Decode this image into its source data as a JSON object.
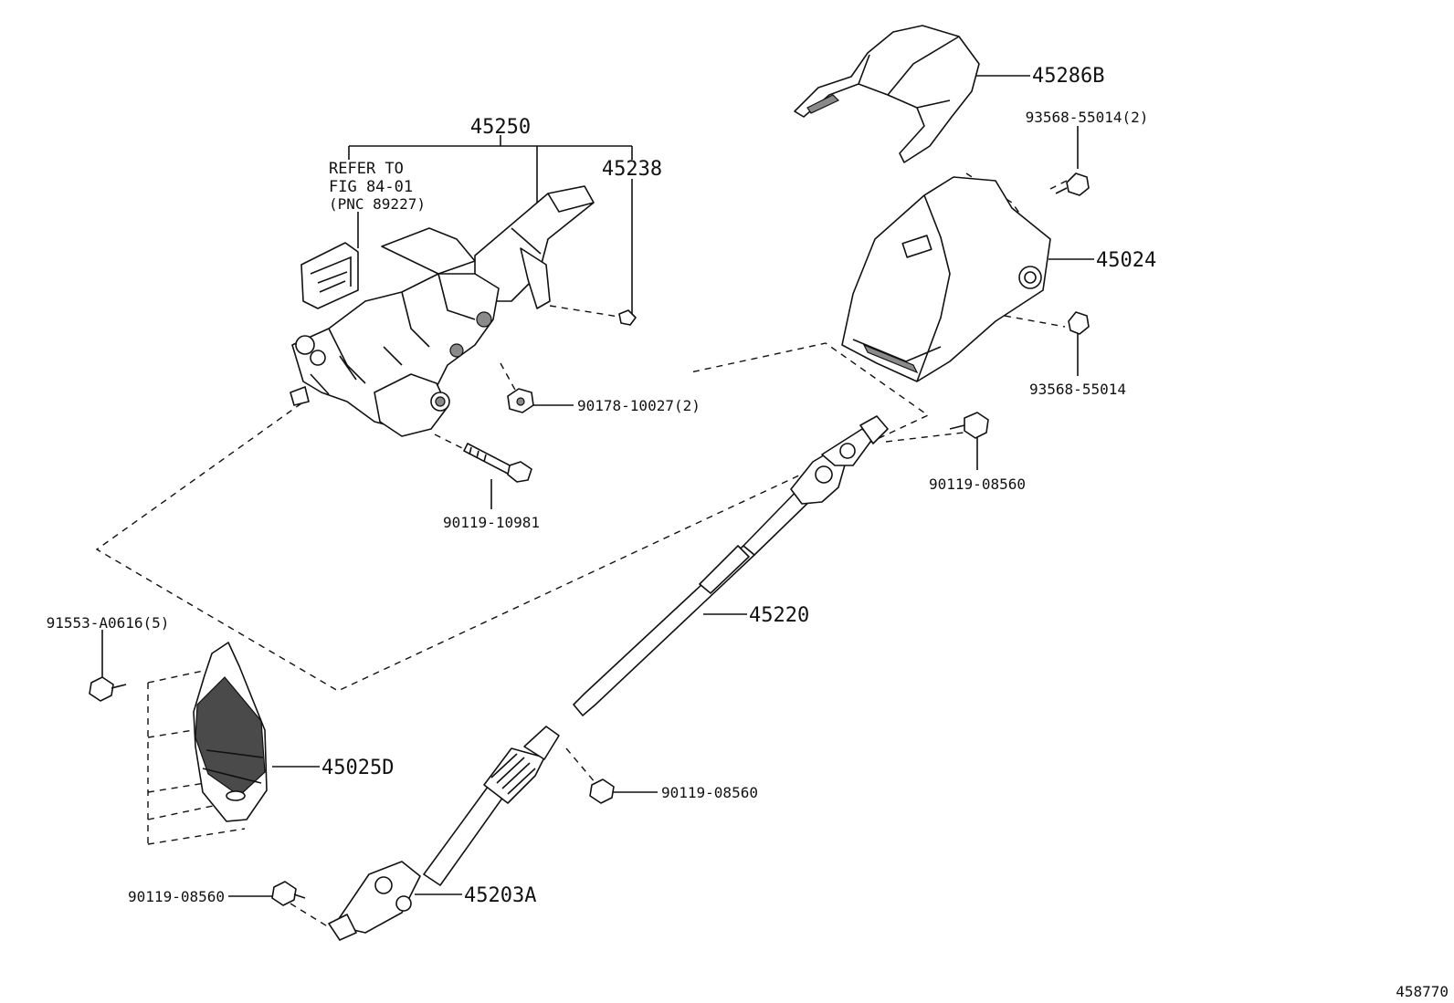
{
  "labels": {
    "p45250": "45250",
    "p45238": "45238",
    "refer_line1": "REFER TO",
    "refer_line2": "FIG 84-01",
    "refer_line3": "(PNC 89227)",
    "p45286B": "45286B",
    "p93568_55014_2": "93568-55014(2)",
    "p45024": "45024",
    "p93568_55014": "93568-55014",
    "p90178_10027_2": "90178-10027(2)",
    "p90119_10981": "90119-10981",
    "p90119_08560_upper": "90119-08560",
    "p45220": "45220",
    "p91553_A0616_5": "91553-A0616(5)",
    "p45025D": "45025D",
    "p90119_08560_mid": "90119-08560",
    "p90119_08560_lower": "90119-08560",
    "p45203A": "45203A",
    "figure_code": "458770"
  }
}
